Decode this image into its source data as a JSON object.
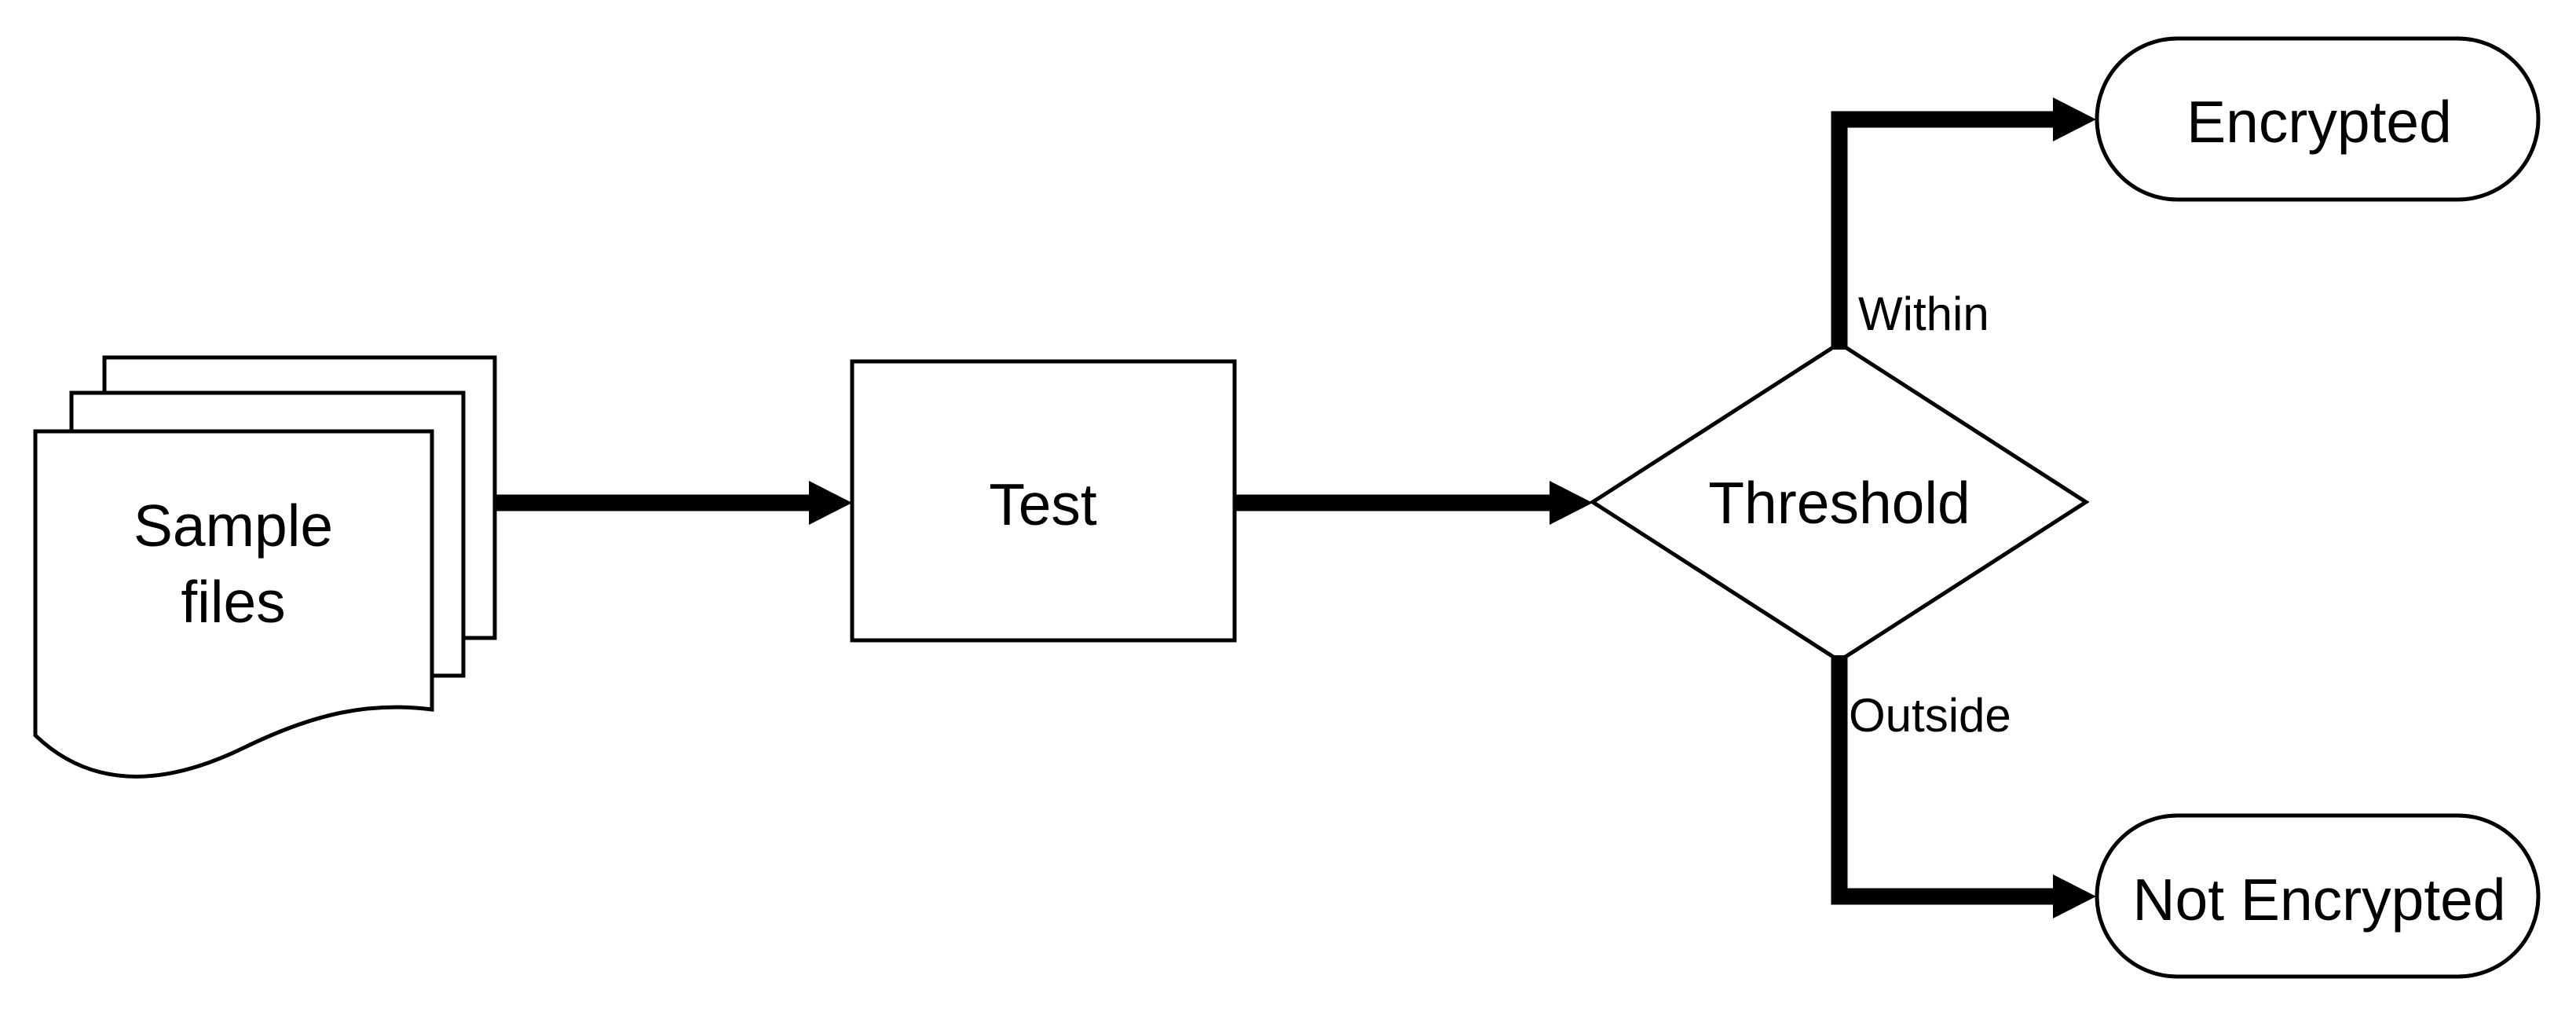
{
  "diagram": {
    "background_color": "#ffffff",
    "stroke_color": "#000000",
    "text_color": "#000000",
    "nodes": {
      "sample_files": {
        "lines": [
          "Sample",
          "files"
        ]
      },
      "test": {
        "label": "Test"
      },
      "threshold": {
        "label": "Threshold"
      },
      "encrypted": {
        "label": "Encrypted"
      },
      "not_encrypted": {
        "label": "Not Encrypted"
      }
    },
    "edge_labels": {
      "within": "Within",
      "outside": "Outside"
    }
  }
}
